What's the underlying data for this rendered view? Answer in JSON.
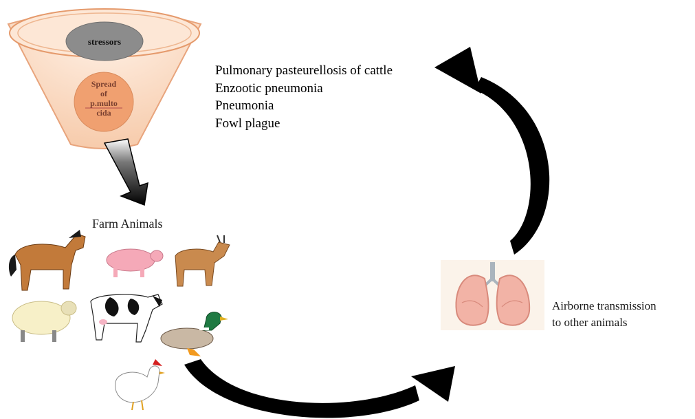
{
  "funnel": {
    "top_label": "stressors",
    "bottom_label_lines": [
      "Spread",
      "of",
      "p.multo",
      "cida"
    ]
  },
  "diseases": {
    "items": [
      "Pulmonary pasteurellosis of cattle",
      "Enzootic pneumonia",
      "Pneumonia",
      "Fowl plague"
    ]
  },
  "farm": {
    "title": "Farm Animals",
    "animals": [
      "horse",
      "pig",
      "goat",
      "sheep",
      "cow",
      "duck",
      "chicken"
    ]
  },
  "lungs": {
    "caption_lines": [
      "Airborne transmission",
      "to other animals"
    ]
  },
  "colors": {
    "funnel_fill": "#f9dcc4",
    "funnel_stroke": "#e8a47c",
    "stressors_fill": "#8c8c8c",
    "spread_fill": "#f0a070",
    "arrow": "#000000",
    "lung_fill": "#f2b3a6"
  }
}
